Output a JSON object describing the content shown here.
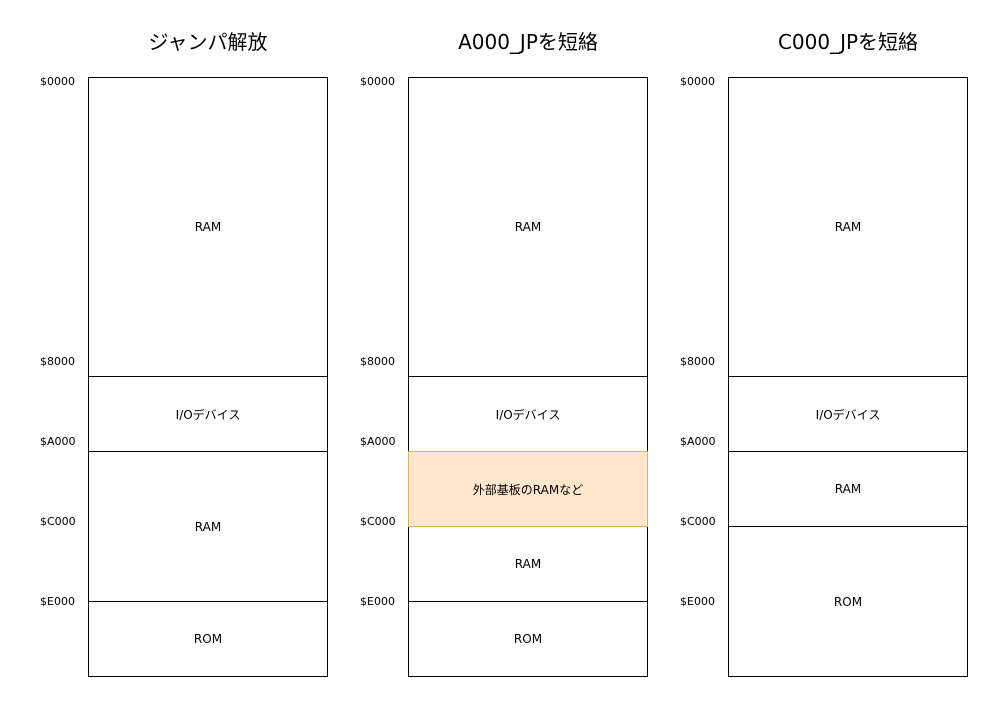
{
  "maps": [
    {
      "title": "ジャンパ解放",
      "addresses": [
        "$0000",
        "$8000",
        "$A000",
        "$C000",
        "$E000"
      ],
      "regions": [
        {
          "label": "RAM",
          "start": "$0000",
          "end": "$8000",
          "highlight": false
        },
        {
          "label": "I/Oデバイス",
          "start": "$8000",
          "end": "$A000",
          "highlight": false
        },
        {
          "label": "RAM",
          "start": "$A000",
          "end": "$E000",
          "highlight": false
        },
        {
          "label": "ROM",
          "start": "$E000",
          "end": "$10000",
          "highlight": false
        }
      ]
    },
    {
      "title": "A000_JPを短絡",
      "addresses": [
        "$0000",
        "$8000",
        "$A000",
        "$C000",
        "$E000"
      ],
      "regions": [
        {
          "label": "RAM",
          "start": "$0000",
          "end": "$8000",
          "highlight": false
        },
        {
          "label": "I/Oデバイス",
          "start": "$8000",
          "end": "$A000",
          "highlight": false
        },
        {
          "label": "外部基板のRAMなど",
          "start": "$A000",
          "end": "$C000",
          "highlight": true
        },
        {
          "label": "RAM",
          "start": "$C000",
          "end": "$E000",
          "highlight": false
        },
        {
          "label": "ROM",
          "start": "$E000",
          "end": "$10000",
          "highlight": false
        }
      ]
    },
    {
      "title": "C000_JPを短絡",
      "addresses": [
        "$0000",
        "$8000",
        "$A000",
        "$C000",
        "$E000"
      ],
      "regions": [
        {
          "label": "RAM",
          "start": "$0000",
          "end": "$8000",
          "highlight": false
        },
        {
          "label": "I/Oデバイス",
          "start": "$8000",
          "end": "$A000",
          "highlight": false
        },
        {
          "label": "RAM",
          "start": "$A000",
          "end": "$C000",
          "highlight": false
        },
        {
          "label": "ROM",
          "start": "$C000",
          "end": "$10000",
          "highlight": false
        }
      ]
    }
  ],
  "colors": {
    "highlight_fill": "#ffe6cc",
    "highlight_border": "#d6b656",
    "border": "#000000"
  }
}
